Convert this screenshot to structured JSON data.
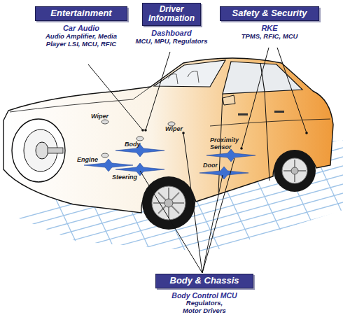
{
  "diagram": {
    "nodes": [
      {
        "text": [
          "Entertainment",
          "Car Audio",
          "Audio Amplifier, Media Player LSI, MCU, RFIC"
        ]
      },
      {
        "text": [
          "Driver Information",
          "Dashboard",
          "MCU, MPU, Regulators"
        ]
      },
      {
        "text": [
          "Safety & Security",
          "RKE",
          "TPMS, RFIC, MCU"
        ]
      },
      {
        "text": [
          "Body & Chassis",
          "Body Control MCU",
          "Regulators, Motor Drivers"
        ]
      }
    ],
    "labels": [
      "Wiper",
      "Wiper",
      "Body",
      "Engine",
      "Steering",
      "Proximity Sensor",
      "Door"
    ]
  }
}
